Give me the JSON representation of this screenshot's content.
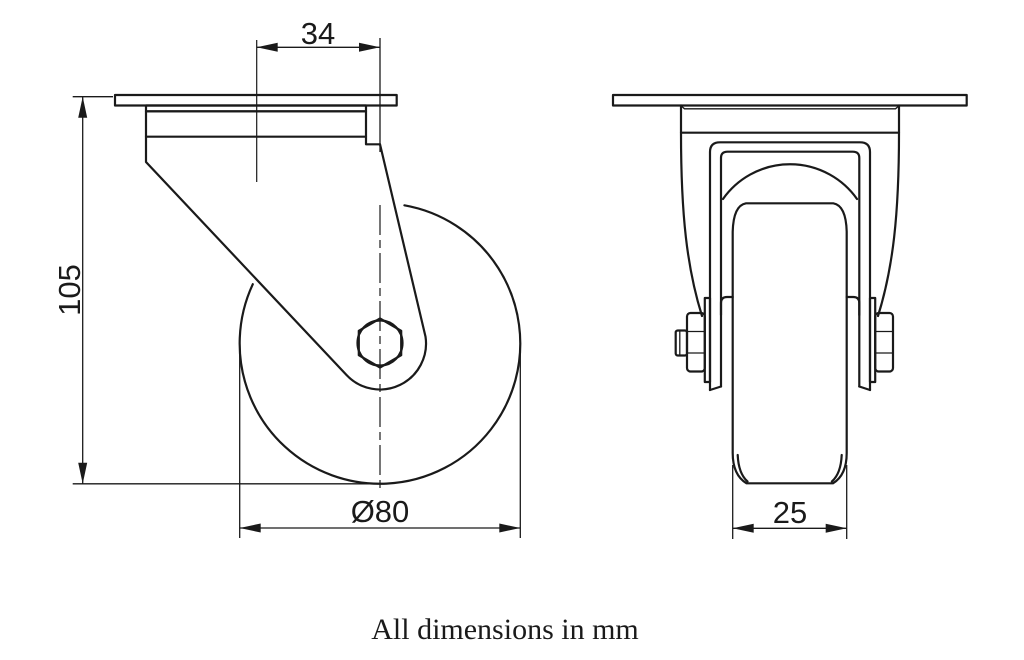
{
  "note": "All dimensions in mm",
  "views": {
    "side": {
      "name": "swivel-caster-side-view",
      "dimensions": {
        "swivel_offset": {
          "value": "34"
        },
        "overall_height": {
          "value": "105"
        },
        "wheel_diameter": {
          "value": "Ø80"
        }
      }
    },
    "front": {
      "name": "swivel-caster-front-view",
      "dimensions": {
        "wheel_width": {
          "value": "25"
        }
      }
    }
  },
  "colors": {
    "line": "#1a1a1a",
    "background": "#ffffff"
  }
}
